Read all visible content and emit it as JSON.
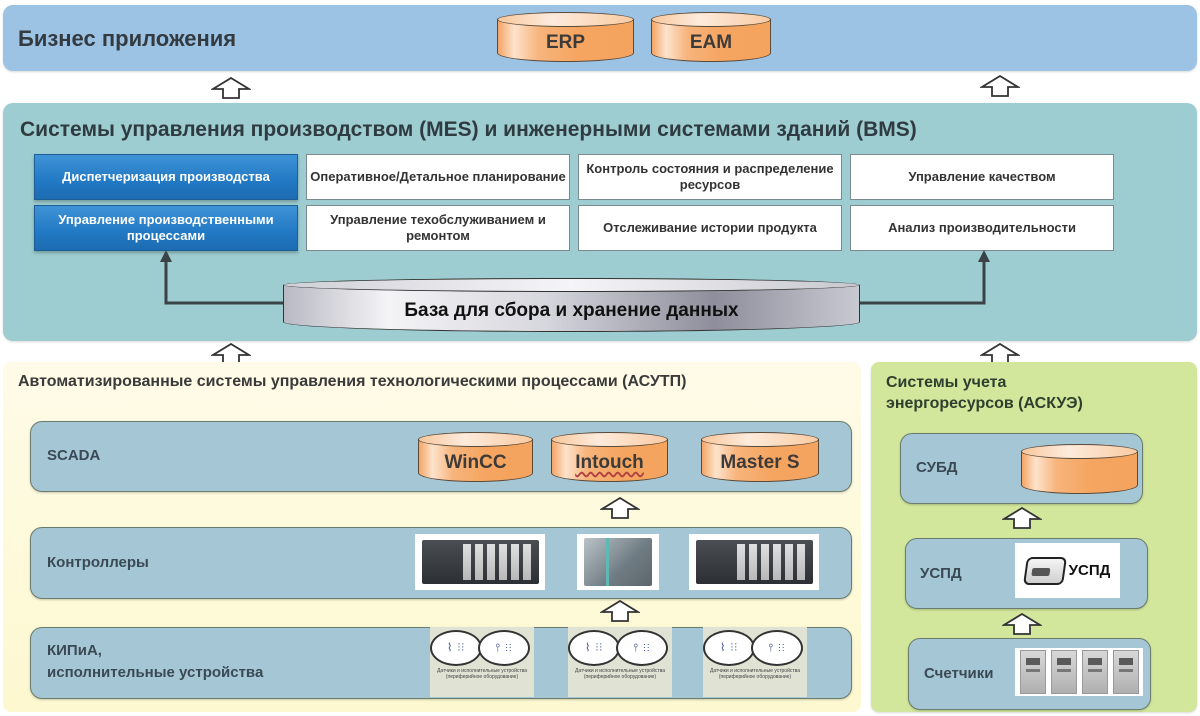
{
  "business": {
    "title": "Бизнес приложения",
    "systems": [
      "ERP",
      "EAM"
    ]
  },
  "mes": {
    "title": "Системы управления производством (MES) и инженерными системами зданий (BMS)",
    "modules": [
      [
        "Диспетчеризация производства",
        "Оперативное/Детальное планирование",
        "Контроль состояния и распределение ресурсов",
        "Управление качеством"
      ],
      [
        "Управление производственными процессами",
        "Управление техобслуживанием и ремонтом",
        "Отслеживание истории продукта",
        "Анализ производительности"
      ]
    ],
    "highlighted_modules": [
      "Диспетчеризация производства",
      "Управление производственными процессами"
    ],
    "database": "База для сбора и хранение данных"
  },
  "asutp": {
    "title": "Автоматизированные системы управления технологическими процессами (АСУТП)",
    "scada": {
      "label": "SCADA",
      "systems": [
        "WinCC",
        "Intouch",
        "Master S"
      ]
    },
    "controllers": {
      "label": "Контроллеры",
      "devices": [
        "plc-rack",
        "power-supply",
        "plc-rack"
      ]
    },
    "kip": {
      "label_line1": "КИПиА,",
      "label_line2": "исполнительные устройства",
      "device_caption": "Датчики и исполнительные устройства (периферийное оборудование)",
      "groups": 3
    }
  },
  "askue": {
    "title_line1": "Системы учета",
    "title_line2": "энергоресурсов (АСКУЭ)",
    "dbms_label": "СУБД",
    "uspd_label": "УСПД",
    "uspd_device_label": "УСПД",
    "meters_label": "Счетчики",
    "meters_count": 4
  },
  "colors": {
    "business_bg": "#9dc3e4",
    "mes_bg": "#9dcdd0",
    "asutp_bg": "#fdf8cf",
    "askue_bg": "#d3e79c",
    "row_bg": "#a5c6d4",
    "cylinder_orange": "#f5a560",
    "module_blue": "#2279c4"
  }
}
